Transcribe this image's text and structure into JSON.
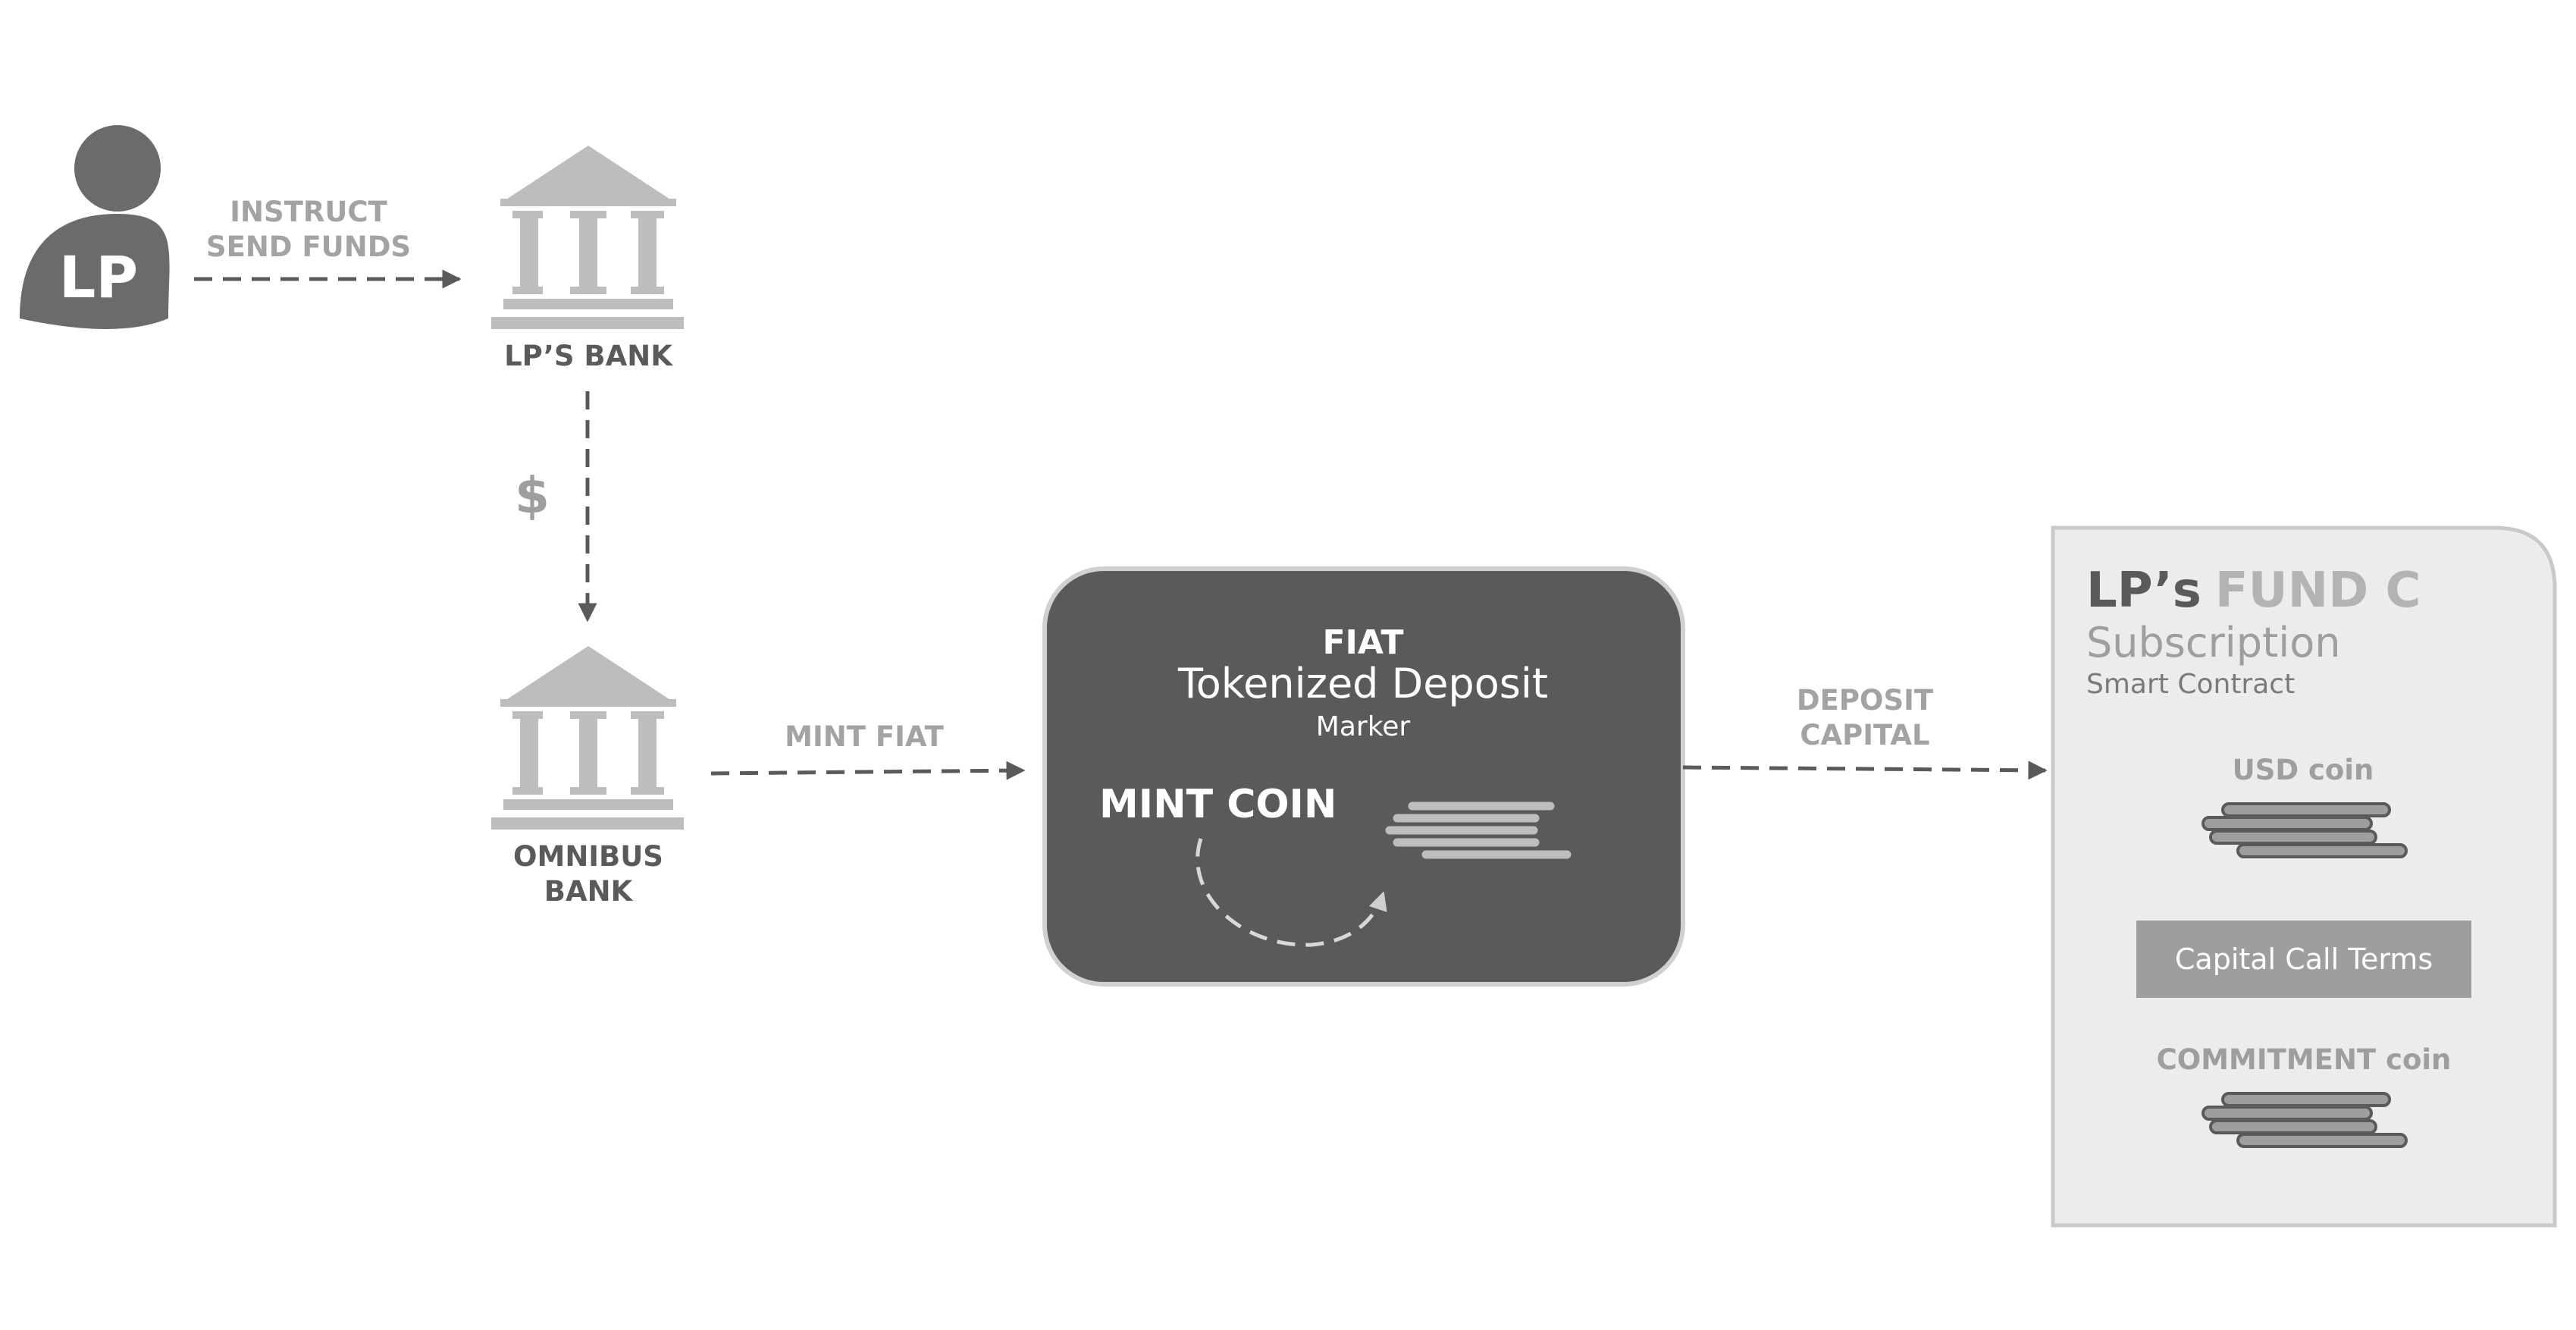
{
  "lp": {
    "avatar_text": "LP"
  },
  "instruct": {
    "line1": "INSTRUCT",
    "line2": "SEND FUNDS"
  },
  "lp_bank": {
    "label": "LP’S BANK"
  },
  "dollar": {
    "symbol": "$"
  },
  "omnibus": {
    "line1": "OMNIBUS",
    "line2": "BANK"
  },
  "mint_fiat": {
    "label": "MINT FIAT"
  },
  "fiat_box": {
    "title": "FIAT",
    "subtitle": "Tokenized Deposit",
    "marker": "Marker",
    "mint_coin": "MINT COIN"
  },
  "deposit": {
    "line1": "DEPOSIT",
    "line2": "CAPITAL"
  },
  "fund": {
    "title_prefix": "LP’s",
    "title_name": "FUND C",
    "subscription": "Subscription",
    "smart_contract": "Smart Contract",
    "usd_coin": "USD coin",
    "capital_call_terms": "Capital Call Terms",
    "commitment_coin": "COMMITMENT coin"
  },
  "colors": {
    "dark": "#5a5a5a",
    "light": "#bdbdbd",
    "mid": "#9e9e9e",
    "panel": "#ececec",
    "panel_border": "#c9c9c9",
    "white": "#ffffff"
  }
}
